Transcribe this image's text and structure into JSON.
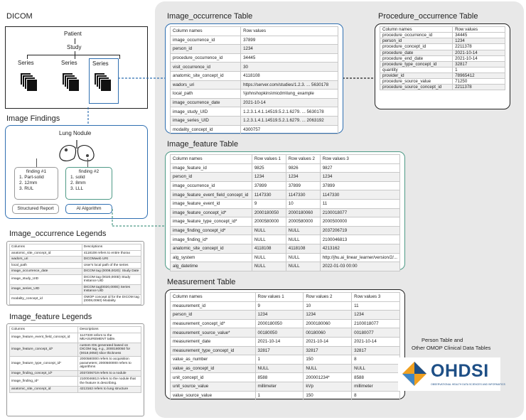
{
  "dicom": {
    "title": "DICOM",
    "patient": "Patient",
    "study": "Study",
    "series": [
      "Series",
      "Series",
      "Series"
    ]
  },
  "findings": {
    "title": "Image Findings",
    "nodule": "Lung Nodule",
    "finding1": {
      "title": "finding #1",
      "items": [
        "1.  Part-solid",
        "2.  12mm",
        "3.  RUL"
      ]
    },
    "finding2": {
      "title": "finding #2",
      "items": [
        "1.  solid",
        "2.  8mm",
        "3.  LLL"
      ]
    },
    "structured_report": "Structured Report",
    "ai": "AI Algorithm"
  },
  "occ_legend": {
    "title": "Image_occurrence Legends",
    "header": [
      "Columns",
      "Descriptions"
    ],
    "rows": [
      [
        "anatomic_site_concept_id",
        "4118108 refers to entire thorax"
      ],
      [
        "wadors_uri",
        "DICOMweb URI"
      ],
      [
        "local_path",
        "User's local path of the series"
      ],
      [
        "image_occurrence_date",
        "DICOM tag (0008,0020): Study Date"
      ],
      [
        "image_study_UID",
        "DICOM tag (0020,000D) Study Instance UID"
      ],
      [
        "image_series_UID",
        "DICOM tag(0020,000E) Series Instance UID"
      ],
      [
        "modality_concept_id",
        "OMOP concept id for the DICOM tag (0008,0060) Modality"
      ]
    ]
  },
  "feat_legend": {
    "title": "Image_feature Legends",
    "header": [
      "Columns",
      "Descriptions"
    ],
    "rows": [
      [
        "image_feature_event_field_concept_id",
        "1147330 refers to the MEASUREMENT table."
      ],
      [
        "image_feature_concept_id*",
        "custom IDs generated based on DICOM tag, e.g., 2000180050 for (0018,0050) slice thickness"
      ],
      [
        "image_feature_type_concept_id*",
        "2000580000 refers to acquisition parameters; 2000500000 refers to algorithms"
      ],
      [
        "image_finding_concept_id*",
        "2037206719 refers to a nodule"
      ],
      [
        "image_finding_id*",
        "2100046813 refers to the nodule that the feature is describing."
      ],
      [
        "anatomic_site_concept_id",
        "4213162 refers to lung structure"
      ]
    ]
  },
  "occ_table": {
    "title": "Image_occurrence Table",
    "header": [
      "Column names",
      "Row values"
    ],
    "rows": [
      [
        "image_occurrence_id",
        "37899"
      ],
      [
        "person_id",
        "1234"
      ],
      [
        "procedure_occurrence_id",
        "34445"
      ],
      [
        "visit_occurrence_id",
        "30"
      ],
      [
        "anatomic_site_concept_id",
        "4118108"
      ],
      [
        "wadors_uri",
        "https://server.com/studies/1.2.3. ... 5630178"
      ],
      [
        "local_path",
        "\\\\johnshopkins\\micdm\\lung_example"
      ],
      [
        "image_occurrence_date",
        "2021-10-14"
      ],
      [
        "image_study_UID",
        "1.2.3.1.4.1.14519.5.2.1.6279. ... 5630178"
      ],
      [
        "image_series_UID",
        "1.2.3.1.4.1.14519.5.2.1.6279. ... 2063192"
      ],
      [
        "modality_concept_id",
        "4300757"
      ]
    ]
  },
  "proc_table": {
    "title": "Procedure_occurrence Table",
    "header": [
      "Column names",
      "Row values"
    ],
    "rows": [
      [
        "procedure_occurrence_id",
        "34445"
      ],
      [
        "person_id",
        "1234"
      ],
      [
        "procedure_concept_id",
        "2211378"
      ],
      [
        "procedure_date",
        "2021-10-14"
      ],
      [
        "procedure_end_date",
        "2021-10-14"
      ],
      [
        "procedure_type_concept_id",
        "32817"
      ],
      [
        "quantity",
        "1"
      ],
      [
        "provider_id",
        "78965412"
      ],
      [
        "procedure_source_value",
        "71250"
      ],
      [
        "procedure_source_concept_id",
        "2211378"
      ]
    ]
  },
  "feat_table": {
    "title": "Image_feature Table",
    "header": [
      "Column names",
      "Row values 1",
      "Row values 2",
      "Row values 3"
    ],
    "rows": [
      [
        "image_feature_id",
        "9825",
        "9826",
        "9827"
      ],
      [
        "person_id",
        "1234",
        "1234",
        "1234"
      ],
      [
        "image_occurrence_id",
        "37899",
        "37899",
        "37899"
      ],
      [
        "image_feature_event_field_concept_id",
        "1147330",
        "1147330",
        "1147330"
      ],
      [
        "image_feature_event_id",
        "9",
        "10",
        "11"
      ],
      [
        "image_feature_concept_id*",
        "2000180050",
        "2000180060",
        "2100018077"
      ],
      [
        "image_feature_type_concept_id*",
        "2000580000",
        "2000580000",
        "2000500000"
      ],
      [
        "image_finding_concept_id*",
        "NULL",
        "NULL",
        "2037206719"
      ],
      [
        "image_finding_id*",
        "NULL",
        "NULL",
        "2100046813"
      ],
      [
        "anatomic_site_concept_id",
        "4118108",
        "4118108",
        "4213162"
      ],
      [
        "alg_system",
        "NULL",
        "NULL",
        "http://jhu.ai_linear_learner/version/2/..."
      ],
      [
        "alg_datetime",
        "NULL",
        "NULL",
        "2022-01-03 00:00"
      ]
    ]
  },
  "meas_table": {
    "title": "Measurement Table",
    "header": [
      "Column names",
      "Row values 1",
      "Row values 2",
      "Row values 3"
    ],
    "rows": [
      [
        "measurement_id",
        "9",
        "10",
        "11"
      ],
      [
        "person_id",
        "1234",
        "1234",
        "1234"
      ],
      [
        "measurement_concept_id*",
        "2000180050",
        "2000180060",
        "2100018077"
      ],
      [
        "measurement_source_value*",
        "00180050",
        "00180060",
        "00180077"
      ],
      [
        "measurement_date",
        "2021-10-14",
        "2021-10-14",
        "2021-10-14"
      ],
      [
        "measurement_type_concept_id",
        "32817",
        "32817",
        "32817"
      ],
      [
        "value_as_number",
        "1",
        "150",
        "8"
      ],
      [
        "value_as_concept_id",
        "NULL",
        "NULL",
        "NULL"
      ],
      [
        "unit_concept_id",
        "8588",
        "200001234*",
        "8588"
      ],
      [
        "unit_source_value",
        "millimeter",
        "kVp",
        "millimeter"
      ],
      [
        "value_source_value",
        "1",
        "150",
        "8"
      ]
    ]
  },
  "person": {
    "line1": "Person Table and",
    "line2": "Other OMOP Clinical Data Tables"
  },
  "logo": {
    "text": "OHDSI",
    "tagline": "OBSERVATIONAL HEALTH DATA SCIENCES AND INFORMATICS"
  },
  "colors": {
    "blue": "#2f6fb1",
    "teal": "#4e9a86",
    "panel_bg": "#e8e8e8"
  }
}
